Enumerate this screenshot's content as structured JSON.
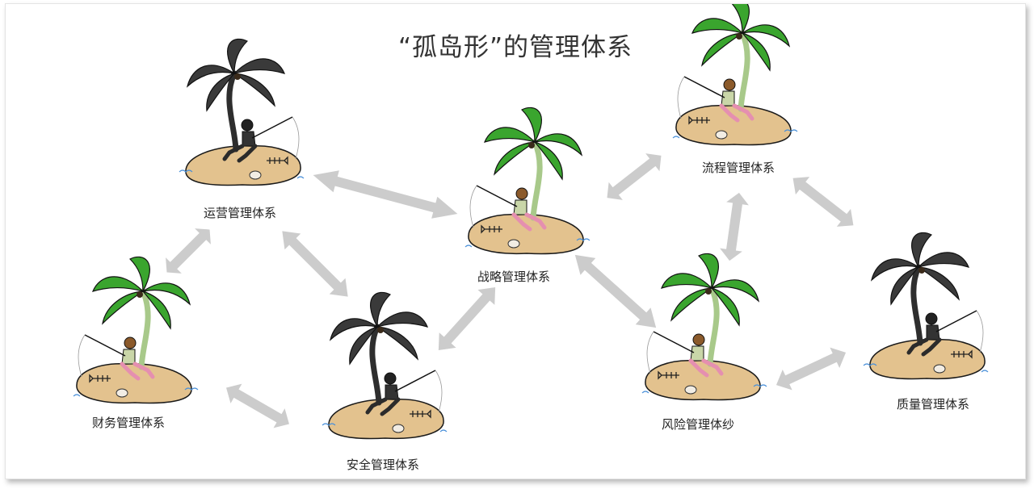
{
  "title": "“孤岛形”的管理体系",
  "islands": [
    {
      "id": "yunying",
      "label": "运营管理体系",
      "palm": "dark"
    },
    {
      "id": "caiwu",
      "label": "财务管理体系",
      "palm": "green"
    },
    {
      "id": "anquan",
      "label": "安全管理体系",
      "palm": "dark"
    },
    {
      "id": "zhanlue",
      "label": "战略管理体系",
      "palm": "green"
    },
    {
      "id": "liucheng",
      "label": "流程管理体系",
      "palm": "green"
    },
    {
      "id": "fengxian",
      "label": "风险管理体纱",
      "palm": "green"
    },
    {
      "id": "zhiliang",
      "label": "质量管理体系",
      "palm": "dark"
    }
  ],
  "colors": {
    "sand": "#e3c28e",
    "sand_edge": "#1a1a1a",
    "palm_green": "#3aa52e",
    "palm_dark": "#3a3a3a",
    "trunk": "#a8c98a",
    "arrow": "#cccccc"
  }
}
